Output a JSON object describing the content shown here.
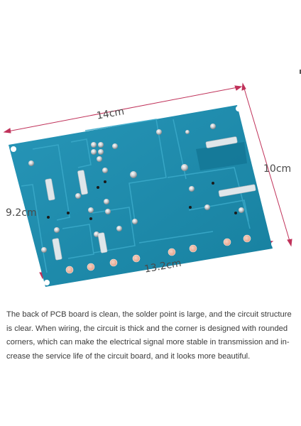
{
  "image": {
    "labels": {
      "length": "14cm",
      "width": "10cm",
      "inner_width": "9.2cm",
      "inner_length": "13.2cm"
    },
    "board_color": "#1e8fb0",
    "trace_color": "#2aa0c2",
    "arrow_color": "#c0325a"
  },
  "caption": {
    "line1": "The back of PCB board is clean, the solder point is large, and the circuit structure",
    "line2": "is clear. When wiring, the circuit is thick and the corner is designed with rounded",
    "line3": "corners, which can make the electrical signal more stable in transmission and in-",
    "line4": "crease the service life of the circuit board, and it looks more beautiful."
  }
}
